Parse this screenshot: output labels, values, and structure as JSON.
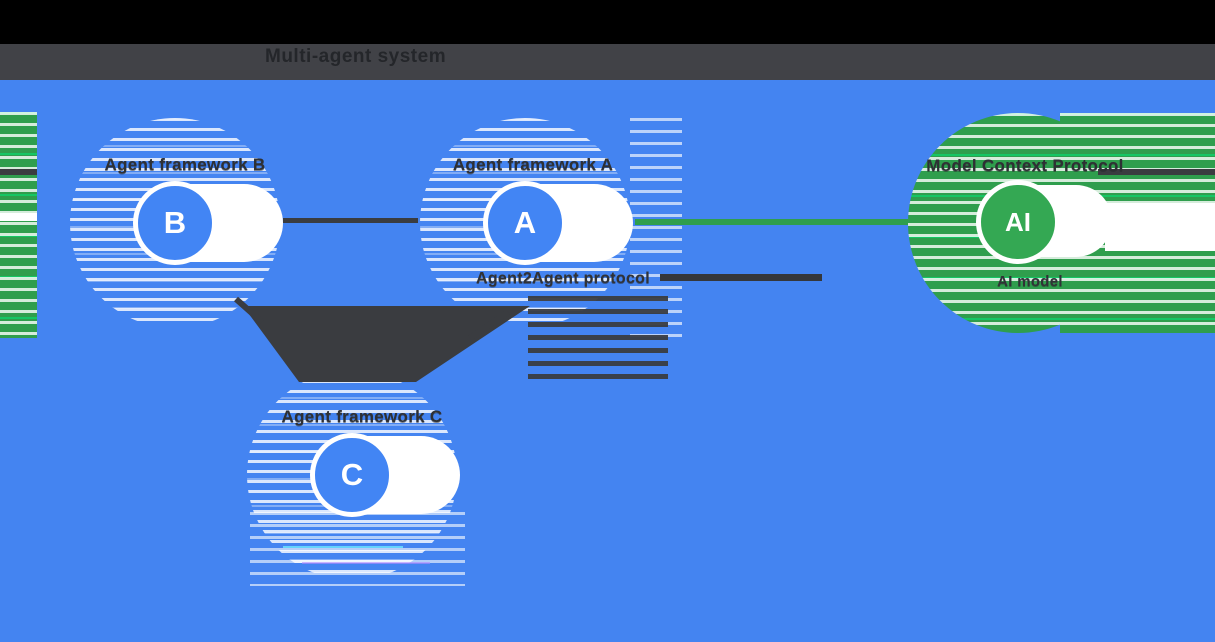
{
  "header": {
    "title": "Multi-agent system"
  },
  "nodes": [
    {
      "id": "agent-b",
      "letter": "B",
      "label": "Agent framework B",
      "color": "#4285f4"
    },
    {
      "id": "agent-a",
      "letter": "A",
      "label": "Agent framework A",
      "color": "#4285f4",
      "caption": "Agent2Agent protocol"
    },
    {
      "id": "agent-c",
      "letter": "C",
      "label": "Agent framework C",
      "color": "#4285f4"
    },
    {
      "id": "ai",
      "letter": "AI",
      "label": "Model Context Protocol",
      "color": "#34a853",
      "caption": "AI model"
    }
  ],
  "connections": [
    {
      "from": "agent-b",
      "to": "agent-a",
      "style": "dark"
    },
    {
      "from": "agent-b",
      "to": "agent-c",
      "style": "dark"
    },
    {
      "from": "agent-a",
      "to": "agent-c",
      "style": "dark"
    },
    {
      "from": "agent-a",
      "to": "ai",
      "style": "green"
    }
  ],
  "colors": {
    "background_blue": "#4484f1",
    "node_blue": "#4285f4",
    "node_green": "#34a853",
    "line_green": "#2f9e4d",
    "dark": "#3a3c40",
    "header_black": "#000000",
    "header_gray": "#414247",
    "white": "#ffffff"
  }
}
